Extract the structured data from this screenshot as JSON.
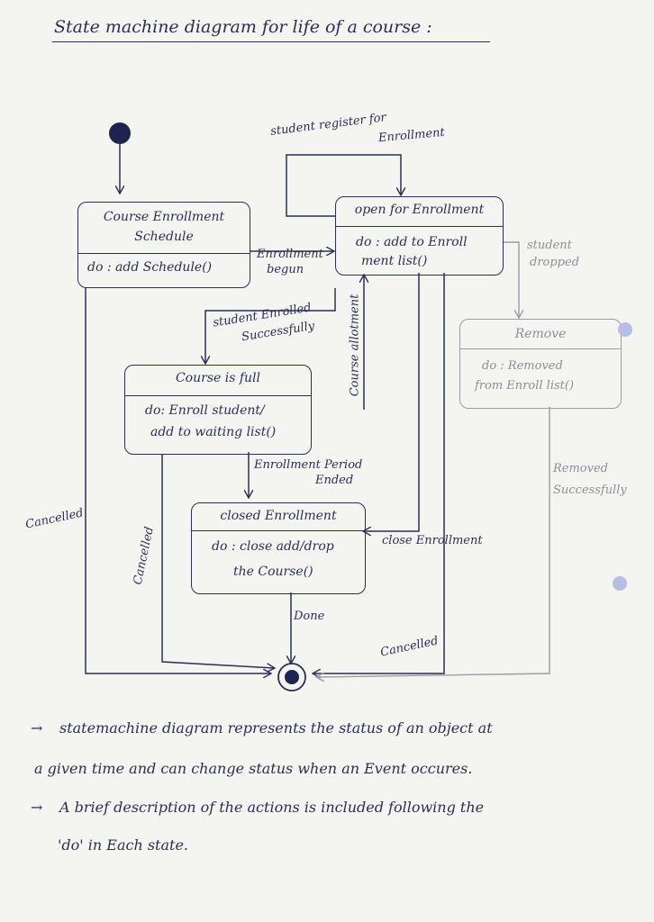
{
  "title": "State machine diagram for life of a course :",
  "states": {
    "schedule": {
      "name_line1": "Course Enrollment",
      "name_line2": "Schedule",
      "action": "do : add Schedule()"
    },
    "open": {
      "name": "open for Enrollment",
      "action_line1": "do : add to Enroll",
      "action_line2": "ment list()"
    },
    "remove": {
      "name": "Remove",
      "action_line1": "do : Removed",
      "action_line2": "from Enroll list()"
    },
    "full": {
      "name": "Course is full",
      "action_line1": "do: Enroll student/",
      "action_line2": "add to waiting list()"
    },
    "closed": {
      "name": "closed Enrollment",
      "action_line1": "do : close add/drop",
      "action_line2": "the Course()"
    }
  },
  "transitions": {
    "register_line1": "student register for",
    "register_line2": "Enrollment",
    "enrollment_begun_line1": "Enrollment",
    "enrollment_begun_line2": "begun",
    "student_dropped_line1": "student",
    "student_dropped_line2": "dropped",
    "enrolled_successfully_line1": "student Enrolled",
    "enrolled_successfully_line2": "Successfully",
    "course_allotment": "Course allotment",
    "period_ended_line1": "Enrollment Period",
    "period_ended_line2": "Ended",
    "removed_successfully_line1": "Removed",
    "removed_successfully_line2": "Successfully",
    "close_enrollment": "close Enrollment",
    "cancelled_left": "Cancelled",
    "cancelled_inner": "Cancelled",
    "cancelled_bottom": "Cancelled",
    "done": "Done"
  },
  "notes": {
    "note1_line1": "statemachine diagram represents the status of an object at",
    "note1_line2": "a given time and can change status when an Event occures.",
    "note2_line1": "A brief description of the actions is included following the",
    "note2_line2": "'do' in Each state."
  },
  "colors": {
    "ink": "#2b2f55",
    "faded": "#8c8e98",
    "paper": "#f4f4f1"
  }
}
